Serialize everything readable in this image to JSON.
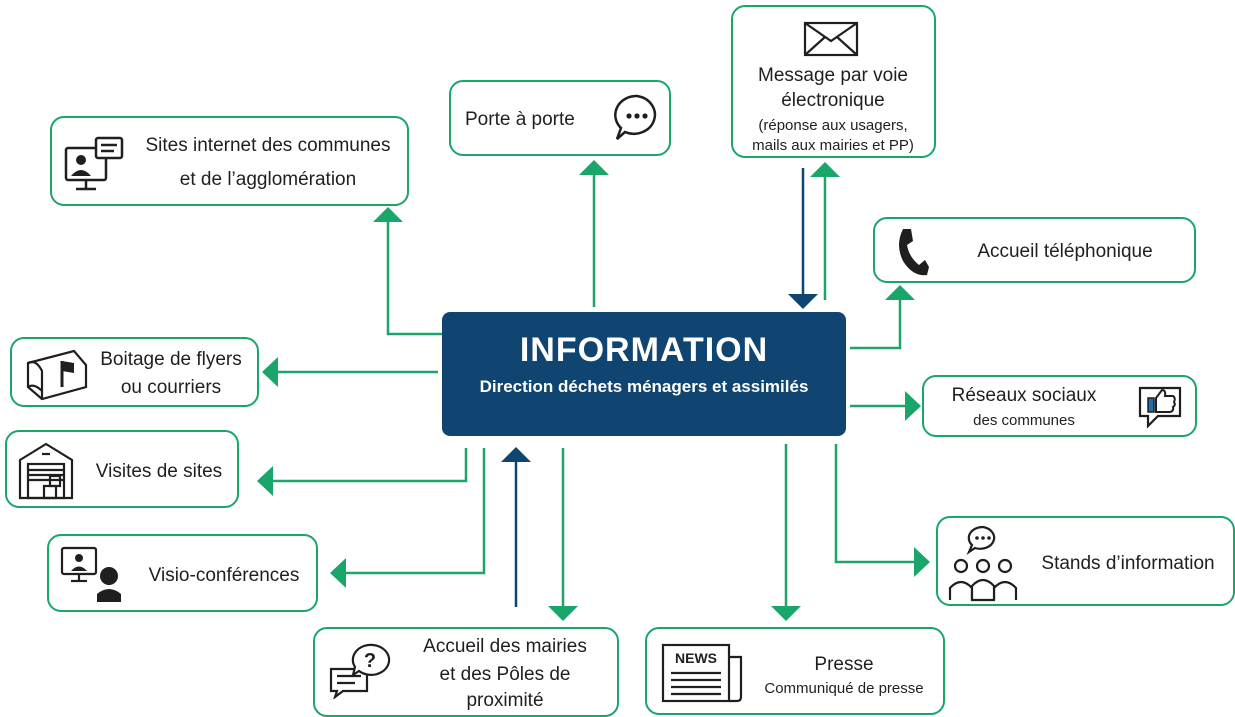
{
  "center": {
    "title": "INFORMATION",
    "subtitle": "Direction déchets ménagers et assimilés"
  },
  "nodes": {
    "sites_internet": [
      "Sites internet des communes",
      "et de l’agglomération"
    ],
    "porte_a_porte": "Porte à porte",
    "message": {
      "line1": "Message par voie",
      "line2": "électronique",
      "line3": "(réponse aux usagers,",
      "line4": "mails aux mairies et PP)"
    },
    "accueil_telephonique": "Accueil téléphonique",
    "boitage": [
      "Boitage de flyers",
      "ou courriers"
    ],
    "reseaux_sociaux": {
      "main": "Réseaux sociaux",
      "sub": "des communes"
    },
    "visites": "Visites de sites",
    "visio": "Visio-conférences",
    "stands": "Stands d’information",
    "accueil_mairies": [
      "Accueil des mairies",
      "et des Pôles de",
      "proximité"
    ],
    "presse": {
      "main": "Presse",
      "sub": "Communiqué de presse"
    },
    "news_label": "NEWS"
  },
  "colors": {
    "green": "#1aa56b",
    "navy": "#0f4570",
    "icon": "#1f1f1f"
  }
}
